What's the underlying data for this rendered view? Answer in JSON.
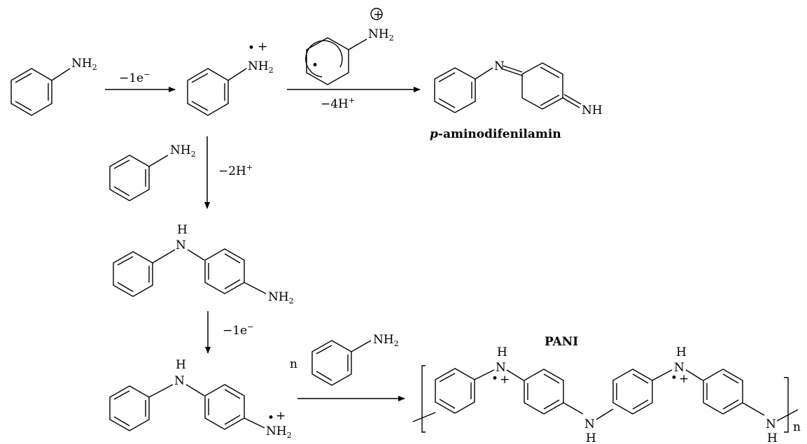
{
  "scheme": {
    "groups": {
      "nh2": "NH",
      "two": "2",
      "n": "N",
      "h": "H",
      "nh": "NH",
      "charge_plus": "+",
      "radical_dot": "•",
      "circled_plus": "+"
    },
    "conditions": {
      "ox1": "−1e",
      "ox1_sup": "−",
      "coupling": "−4H",
      "coupling_sup": "+",
      "dimer": "−2H",
      "dimer_sup": "+",
      "ox2": "−1e",
      "ox2_sup": "−"
    },
    "labels": {
      "product1": "p",
      "product1_rest": "-aminodifenilamin",
      "pani": "PANI",
      "n_coeff": "n",
      "n_repeat": "n"
    }
  }
}
